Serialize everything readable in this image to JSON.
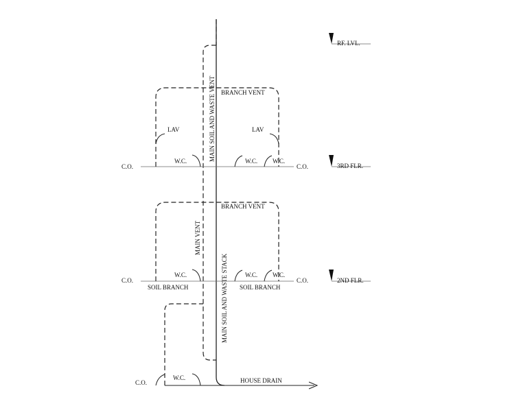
{
  "levels": {
    "roof": "RF. LVL.",
    "third": "3RD FLR.",
    "second": "2ND FLR."
  },
  "labels": {
    "main_soil_waste_vent": "MAIN SOIL AND WASTE VENT",
    "main_vent": "MAIN VENT",
    "main_soil_waste_stack": "MAIN SOIL AND WASTE STACK",
    "branch_vent_upper": "BRANCH VENT",
    "branch_vent_lower": "BRANCH VENT",
    "lav_left": "LAV",
    "lav_right": "LAV",
    "wc": "W.C.",
    "co": "C.O.",
    "soil_branch": "SOIL BRANCH",
    "house_drain": "HOUSE DRAIN"
  }
}
